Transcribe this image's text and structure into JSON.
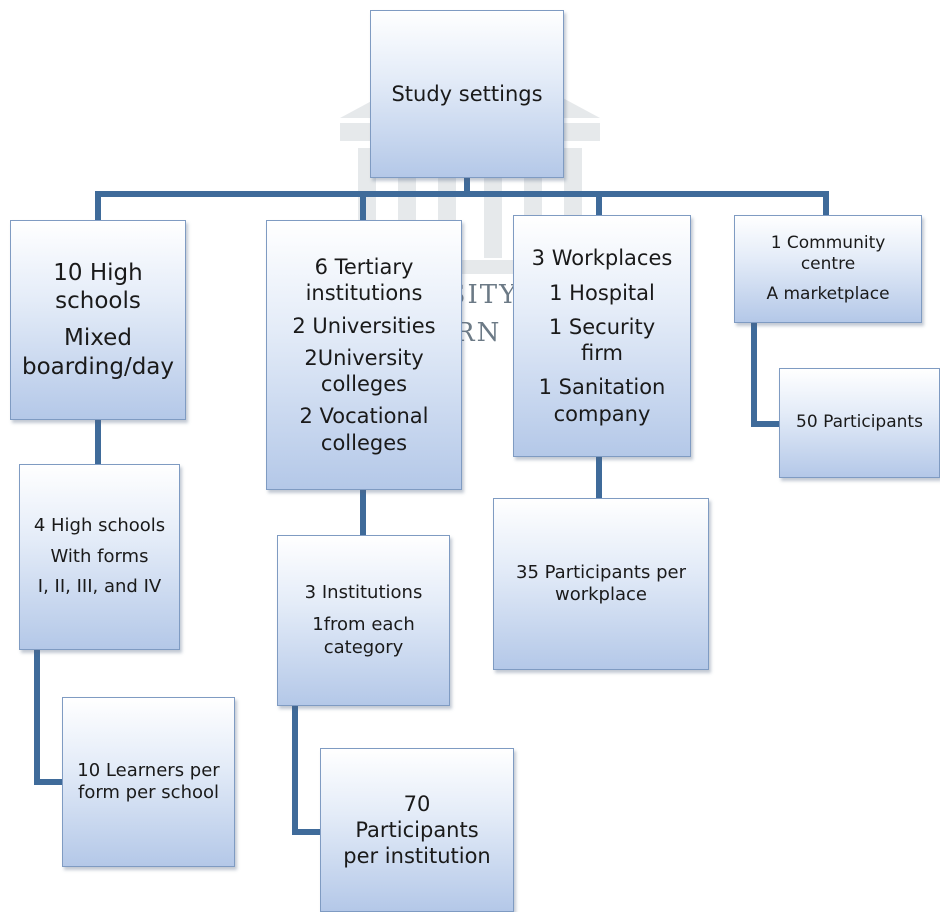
{
  "watermark": {
    "line1": "UNIVERSITY of the",
    "line2": "WESTERN CAPE"
  },
  "root": {
    "line1": "Study settings"
  },
  "high_schools": {
    "line1": "10 High",
    "line2": "schools",
    "line3": "Mixed",
    "line4": "boarding/day"
  },
  "high_schools_sample": {
    "line1": "4 High schools",
    "line2": "With forms",
    "line3": "I, II, III, and IV"
  },
  "high_schools_participants": {
    "line1": "10 Learners per",
    "line2": "form per school"
  },
  "tertiary": {
    "line1": "6 Tertiary",
    "line2": "institutions",
    "line3": "2 Universities",
    "line4": "2University",
    "line5": "colleges",
    "line6": "2 Vocational",
    "line7": "colleges"
  },
  "tertiary_sample": {
    "line1": "3 Institutions",
    "line2": "1from each",
    "line3": "category"
  },
  "tertiary_participants": {
    "line1": "70",
    "line2": "Participants",
    "line3": "per institution"
  },
  "workplaces": {
    "line1": "3 Workplaces",
    "line2": "1 Hospital",
    "line3": "1 Security",
    "line4": "firm",
    "line5": "1 Sanitation",
    "line6": "company"
  },
  "workplaces_participants": {
    "line1": "35 Participants per",
    "line2": "workplace"
  },
  "community": {
    "line1": "1 Community",
    "line2": "centre",
    "line3": "A marketplace"
  },
  "community_participants": {
    "line1": "50 Participants"
  },
  "colors": {
    "connector": "#3f6b9a",
    "box_border": "#7f9bc2",
    "box_fill_top": "#ffffff",
    "box_fill_bottom": "#b4c8e8"
  }
}
